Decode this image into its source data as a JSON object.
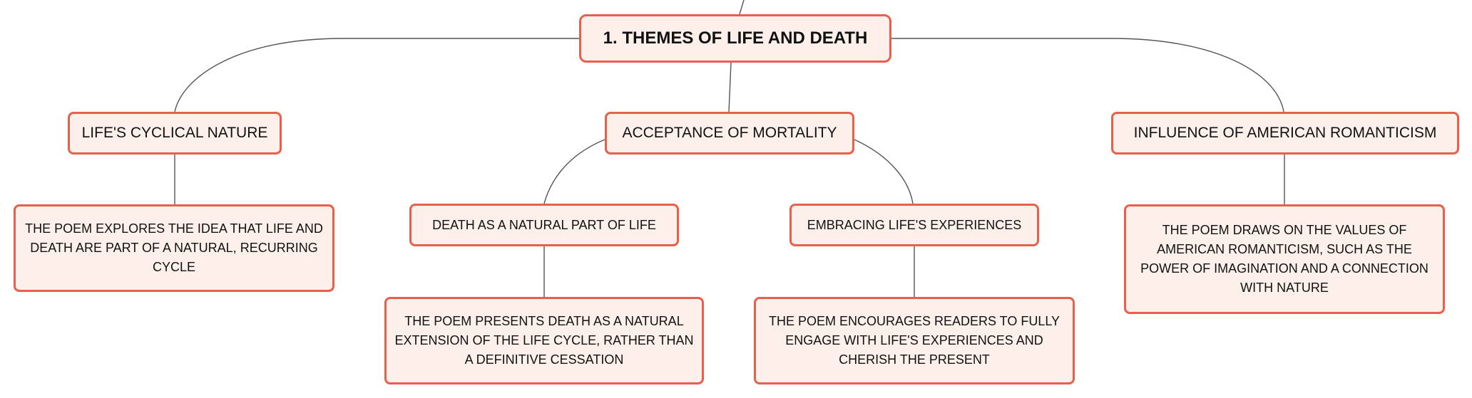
{
  "colors": {
    "node_fill": "#fdf0ea",
    "node_border": "#e8604c",
    "connector": "#555555",
    "text": "#111111"
  },
  "mindmap": {
    "root": {
      "label": "1. THEMES OF LIFE AND DEATH"
    },
    "branches": {
      "cyclical": {
        "label": "LIFE'S CYCLICAL NATURE",
        "detail": "THE POEM EXPLORES THE IDEA THAT LIFE AND DEATH ARE PART OF A NATURAL, RECURRING CYCLE"
      },
      "mortality": {
        "label": "ACCEPTANCE OF MORTALITY",
        "children": {
          "natural": {
            "label": "DEATH AS A NATURAL PART OF LIFE",
            "detail": "THE POEM PRESENTS DEATH AS A NATURAL EXTENSION OF THE LIFE CYCLE, RATHER THAN A DEFINITIVE CESSATION"
          },
          "embrace": {
            "label": "EMBRACING LIFE'S EXPERIENCES",
            "detail": "THE POEM ENCOURAGES READERS TO FULLY ENGAGE WITH LIFE'S EXPERIENCES AND CHERISH THE PRESENT"
          }
        }
      },
      "romanticism": {
        "label": "INFLUENCE OF AMERICAN ROMANTICISM",
        "detail": "THE POEM DRAWS ON THE VALUES OF AMERICAN ROMANTICISM, SUCH AS THE POWER OF IMAGINATION AND A CONNECTION WITH NATURE"
      }
    }
  }
}
